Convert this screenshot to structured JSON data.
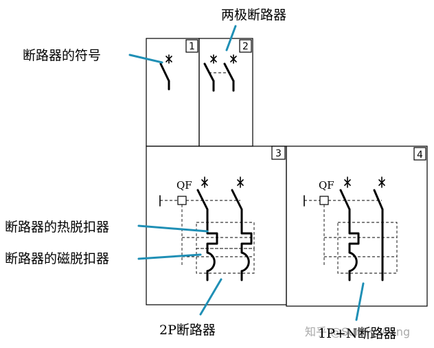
{
  "labels": {
    "symbol": "断路器的符号",
    "two_pole": "两极断路器",
    "thermal": "断路器的热脱扣器",
    "magnetic": "断路器的磁脱扣器",
    "p2": "2P断路器",
    "p1n": "1P+N断路器"
  },
  "panels": {
    "n1": "1",
    "n2": "2",
    "n3": "3",
    "n4": "4",
    "qf3": "QF",
    "qf4": "QF"
  },
  "watermark": "知乎 @Sunny Wang",
  "colors": {
    "leader": "#1f8fb5",
    "line": "#000000"
  }
}
